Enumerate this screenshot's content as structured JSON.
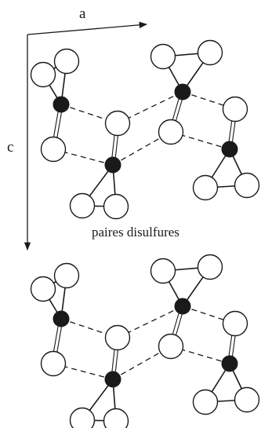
{
  "labels": {
    "a": "a",
    "c": "c",
    "caption": "paires disulfures"
  },
  "colors": {
    "ink": "#1a1a1a",
    "atom_metal": "#1a1a1a",
    "atom_sulfur": "#ffffff"
  }
}
